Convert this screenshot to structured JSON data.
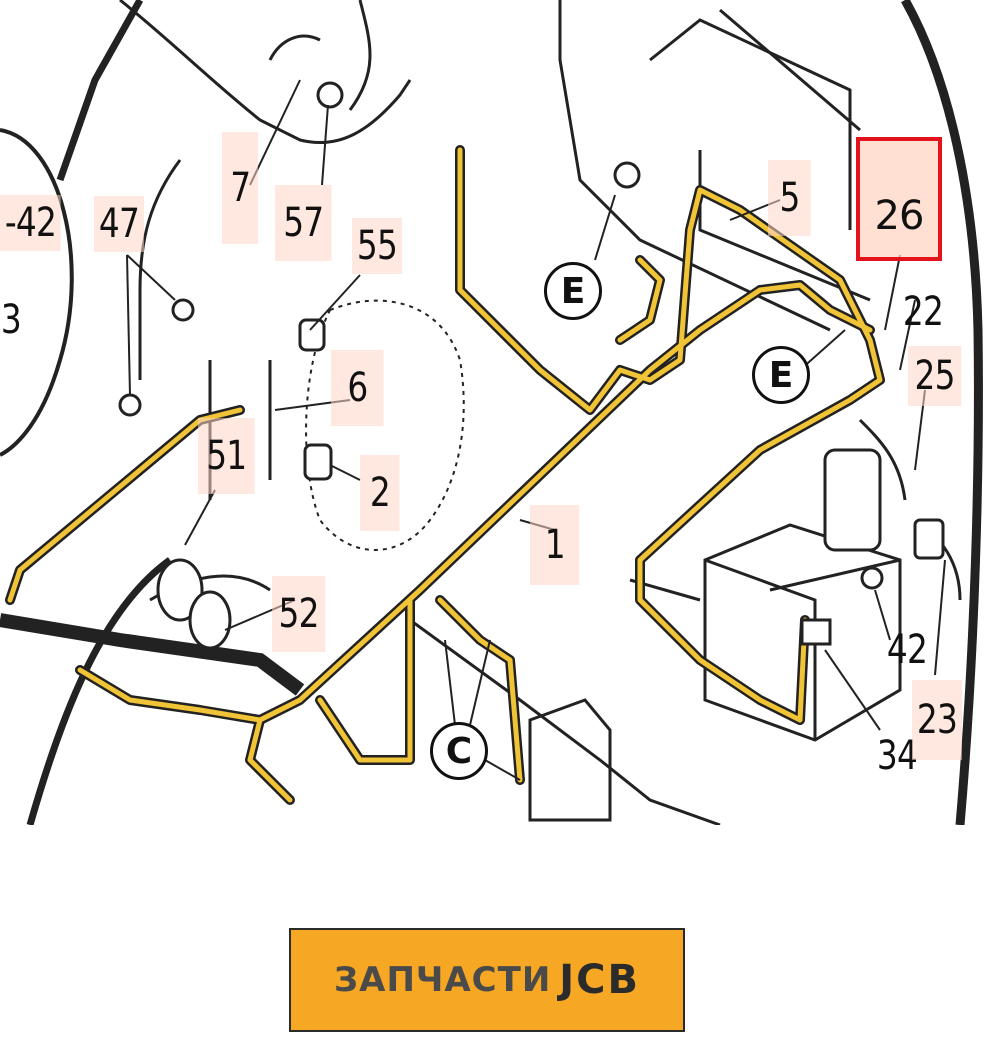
{
  "diagram": {
    "part_labels": [
      "-42",
      "3",
      "47",
      "7",
      "57",
      "55",
      "6",
      "51",
      "2",
      "52",
      "1",
      "5",
      "22",
      "25",
      "42",
      "34",
      "23"
    ],
    "circle_labels": [
      "E",
      "E",
      "C"
    ],
    "highlighted_label": "26",
    "colors": {
      "harness": "#f0c436",
      "outline": "#222222",
      "highlight_border": "#e3131b",
      "label_bg": "#ffd6c4"
    }
  },
  "logo": {
    "text": "ЗАПЧАСТИ",
    "brand": "JCB",
    "bg_color": "#f6a723"
  }
}
